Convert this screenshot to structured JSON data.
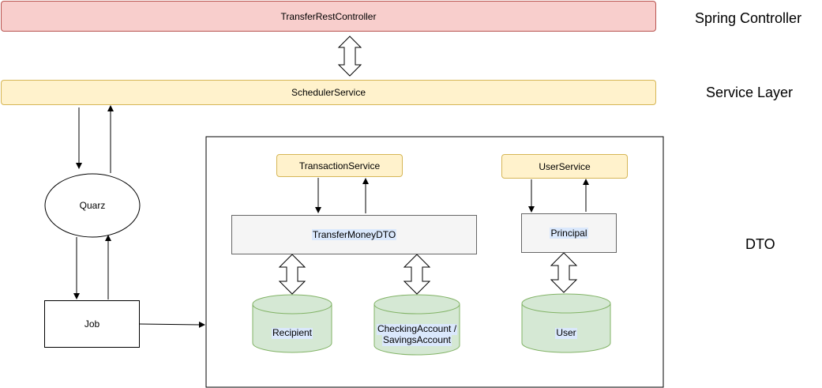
{
  "boxes": {
    "transfer_rest_controller": "TransferRestController",
    "scheduler_service": "SchedulerService",
    "quarz": "Quarz",
    "job": "Job",
    "transaction_service": "TransactionService",
    "user_service": "UserService",
    "transfer_money_dto": "TransferMoneyDTO",
    "principal": "Principal"
  },
  "databases": {
    "recipient": "Recipient",
    "checking_line1": "CheckingAccount /",
    "checking_line2": "SavingsAccount",
    "user": "User"
  },
  "layers": {
    "spring_controller": "Spring Controller",
    "service_layer": "Service Layer",
    "dto": "DTO"
  },
  "colors": {
    "controller_fill": "#f8cecc",
    "service_fill": "#fff2cc",
    "dto_fill": "#f5f5f5",
    "database_fill": "#d5e8d4",
    "database_stroke": "#82b366",
    "label_highlight": "#dae8fc"
  }
}
